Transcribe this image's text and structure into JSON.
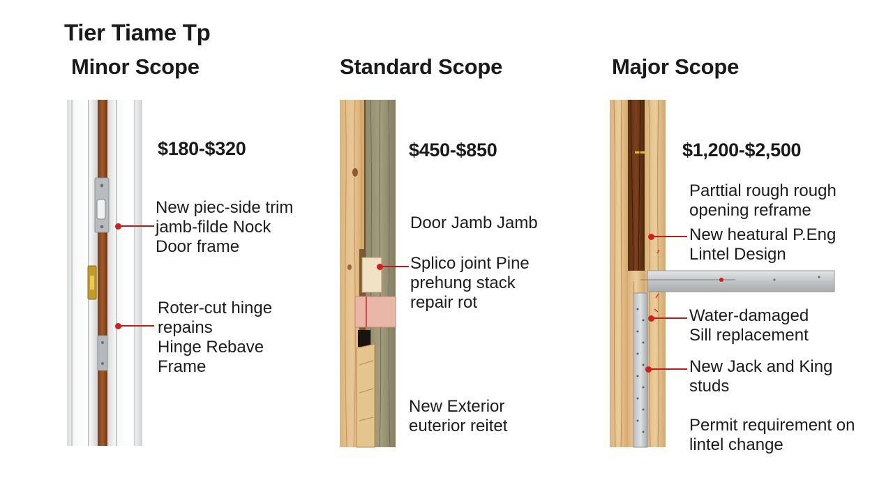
{
  "title": "Tier Tiame Tp",
  "tiers": [
    {
      "heading": "Minor Scope",
      "price": "$180-$320",
      "notes": [
        [
          "New piec-side trim",
          "jamb-filde Nock",
          "Door frame"
        ],
        [
          "Roter-cut hinge",
          "repains",
          "Hinge Rebave",
          "Frame"
        ]
      ]
    },
    {
      "heading": "Standard Scope",
      "price": "$450-$850",
      "notes": [
        [
          "Door Jamb Jamb"
        ],
        [
          "Splico joint Pine",
          "prehung stack",
          "repair rot"
        ],
        [
          "New Exterior",
          "euterior reitet"
        ]
      ]
    },
    {
      "heading": "Major Scope",
      "price": "$1,200-$2,500",
      "notes": [
        [
          "Parttial rough rough",
          "opening reframe"
        ],
        [
          "New heatural P.Eng",
          "Lintel Design"
        ],
        [
          "Water-damaged",
          "Sill replacement"
        ],
        [
          "New Jack and King",
          "studs"
        ],
        [
          "Permit requirement on",
          "lintel change"
        ]
      ]
    }
  ],
  "colors": {
    "leader": "#c21a1a",
    "text": "#1a1a1a",
    "background": "#ffffff"
  }
}
